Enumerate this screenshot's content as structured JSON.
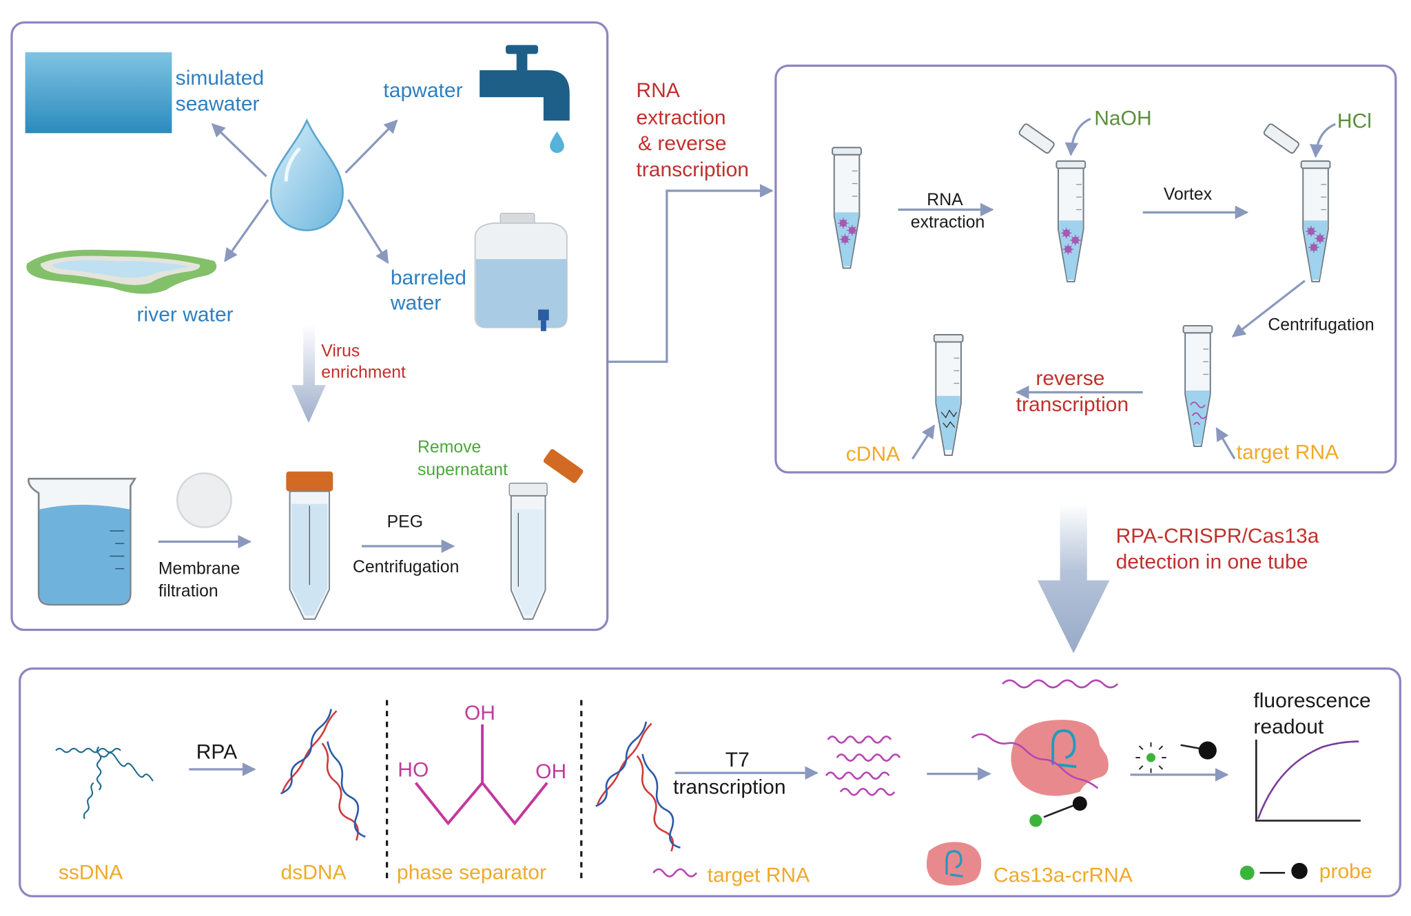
{
  "panel_sampling": {
    "water_sources": {
      "seawater": [
        "simulated",
        "seawater"
      ],
      "tapwater": "tapwater",
      "river_water": "river water",
      "barreled_water": [
        "barreled",
        "water"
      ]
    },
    "virus_enrichment": [
      "Virus",
      "enrichment"
    ],
    "membrane_filtration": [
      "Membrane",
      "filtration"
    ],
    "peg": "PEG",
    "centrifugation": "Centrifugation",
    "remove_supernatant": [
      "Remove",
      "supernatant"
    ]
  },
  "transition_rna": [
    "RNA",
    "extraction",
    "& reverse",
    "transcription"
  ],
  "panel_rna": {
    "naoh": "NaOH",
    "hcl": "HCl",
    "rna_extraction": [
      "RNA",
      "extraction"
    ],
    "vortex": "Vortex",
    "centrifugation": "Centrifugation",
    "reverse_transcription": [
      "reverse",
      "transcription"
    ],
    "cdna": "cDNA",
    "target_rna": "target RNA"
  },
  "transition_detection": [
    "RPA-CRISPR/Cas13a",
    "detection in one tube"
  ],
  "panel_detection": {
    "rpa": "RPA",
    "ssdna": "ssDNA",
    "dsdna": "dsDNA",
    "oh_top": "OH",
    "ho_left": "HO",
    "oh_right": "OH",
    "phase_separator": "phase separator",
    "t7": [
      "T7",
      "transcription"
    ],
    "target_rna": "target RNA",
    "fluorescence": [
      "fluorescence",
      "readout"
    ],
    "cas_legend": "Cas13a-crRNA",
    "probe_legend": "probe"
  },
  "colors": {
    "panel_border": "#8f85c0",
    "arrow": "#8a98bd",
    "water_blue": "#2e7fc1",
    "label_red": "#c0312c",
    "label_orange": "#f0a92a",
    "label_green": "#5b8f3a",
    "rna_magenta": "#b546b3",
    "cas_pink": "#e88a8d"
  }
}
